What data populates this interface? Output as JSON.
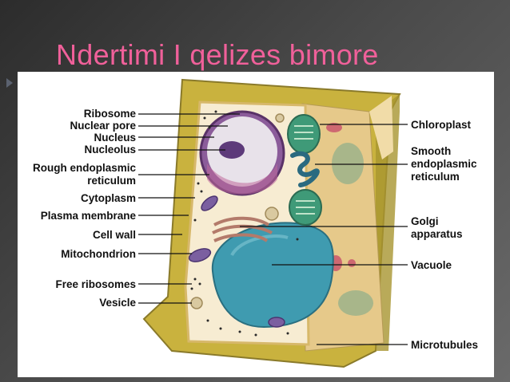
{
  "slide": {
    "title": "Ndertimi I qelizes bimore"
  },
  "colors": {
    "title": "#f0609a",
    "cell_wall": "#c8b23c",
    "cytoplasm": "#f7ecd2",
    "vacuole": "#3f9bb0",
    "chloroplast": "#3f9a78",
    "nucleus": "#7f4f8a",
    "golgi": "#b37a6a"
  },
  "diagram": {
    "labels_left": [
      {
        "text": "Ribosome"
      },
      {
        "text": "Nuclear pore"
      },
      {
        "text": "Nucleus"
      },
      {
        "text": "Nucleolus"
      },
      {
        "text": "Rough endoplasmic"
      },
      {
        "text": "reticulum"
      },
      {
        "text": "Cytoplasm"
      },
      {
        "text": "Plasma membrane"
      },
      {
        "text": "Cell wall"
      },
      {
        "text": "Mitochondrion"
      },
      {
        "text": "Free ribosomes"
      },
      {
        "text": "Vesicle"
      }
    ],
    "labels_right": [
      {
        "text": "Chloroplast"
      },
      {
        "text": "Smooth"
      },
      {
        "text": "endoplasmic"
      },
      {
        "text": "reticulum"
      },
      {
        "text": "Golgi"
      },
      {
        "text": "apparatus"
      },
      {
        "text": "Vacuole"
      },
      {
        "text": "Microtubules"
      }
    ]
  }
}
